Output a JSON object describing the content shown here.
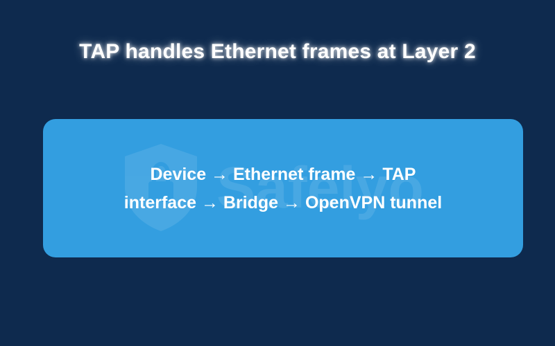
{
  "title": "TAP handles Ethernet frames at Layer 2",
  "flow": {
    "line1": "Device → Ethernet frame → TAP",
    "line2": "interface → Bridge → OpenVPN tunnel"
  },
  "watermark": {
    "text": "Safelyo",
    "icon": "shield-lock-icon"
  },
  "colors": {
    "background": "#0e2a4e",
    "card": "#339ee0",
    "text": "#ffffff"
  }
}
